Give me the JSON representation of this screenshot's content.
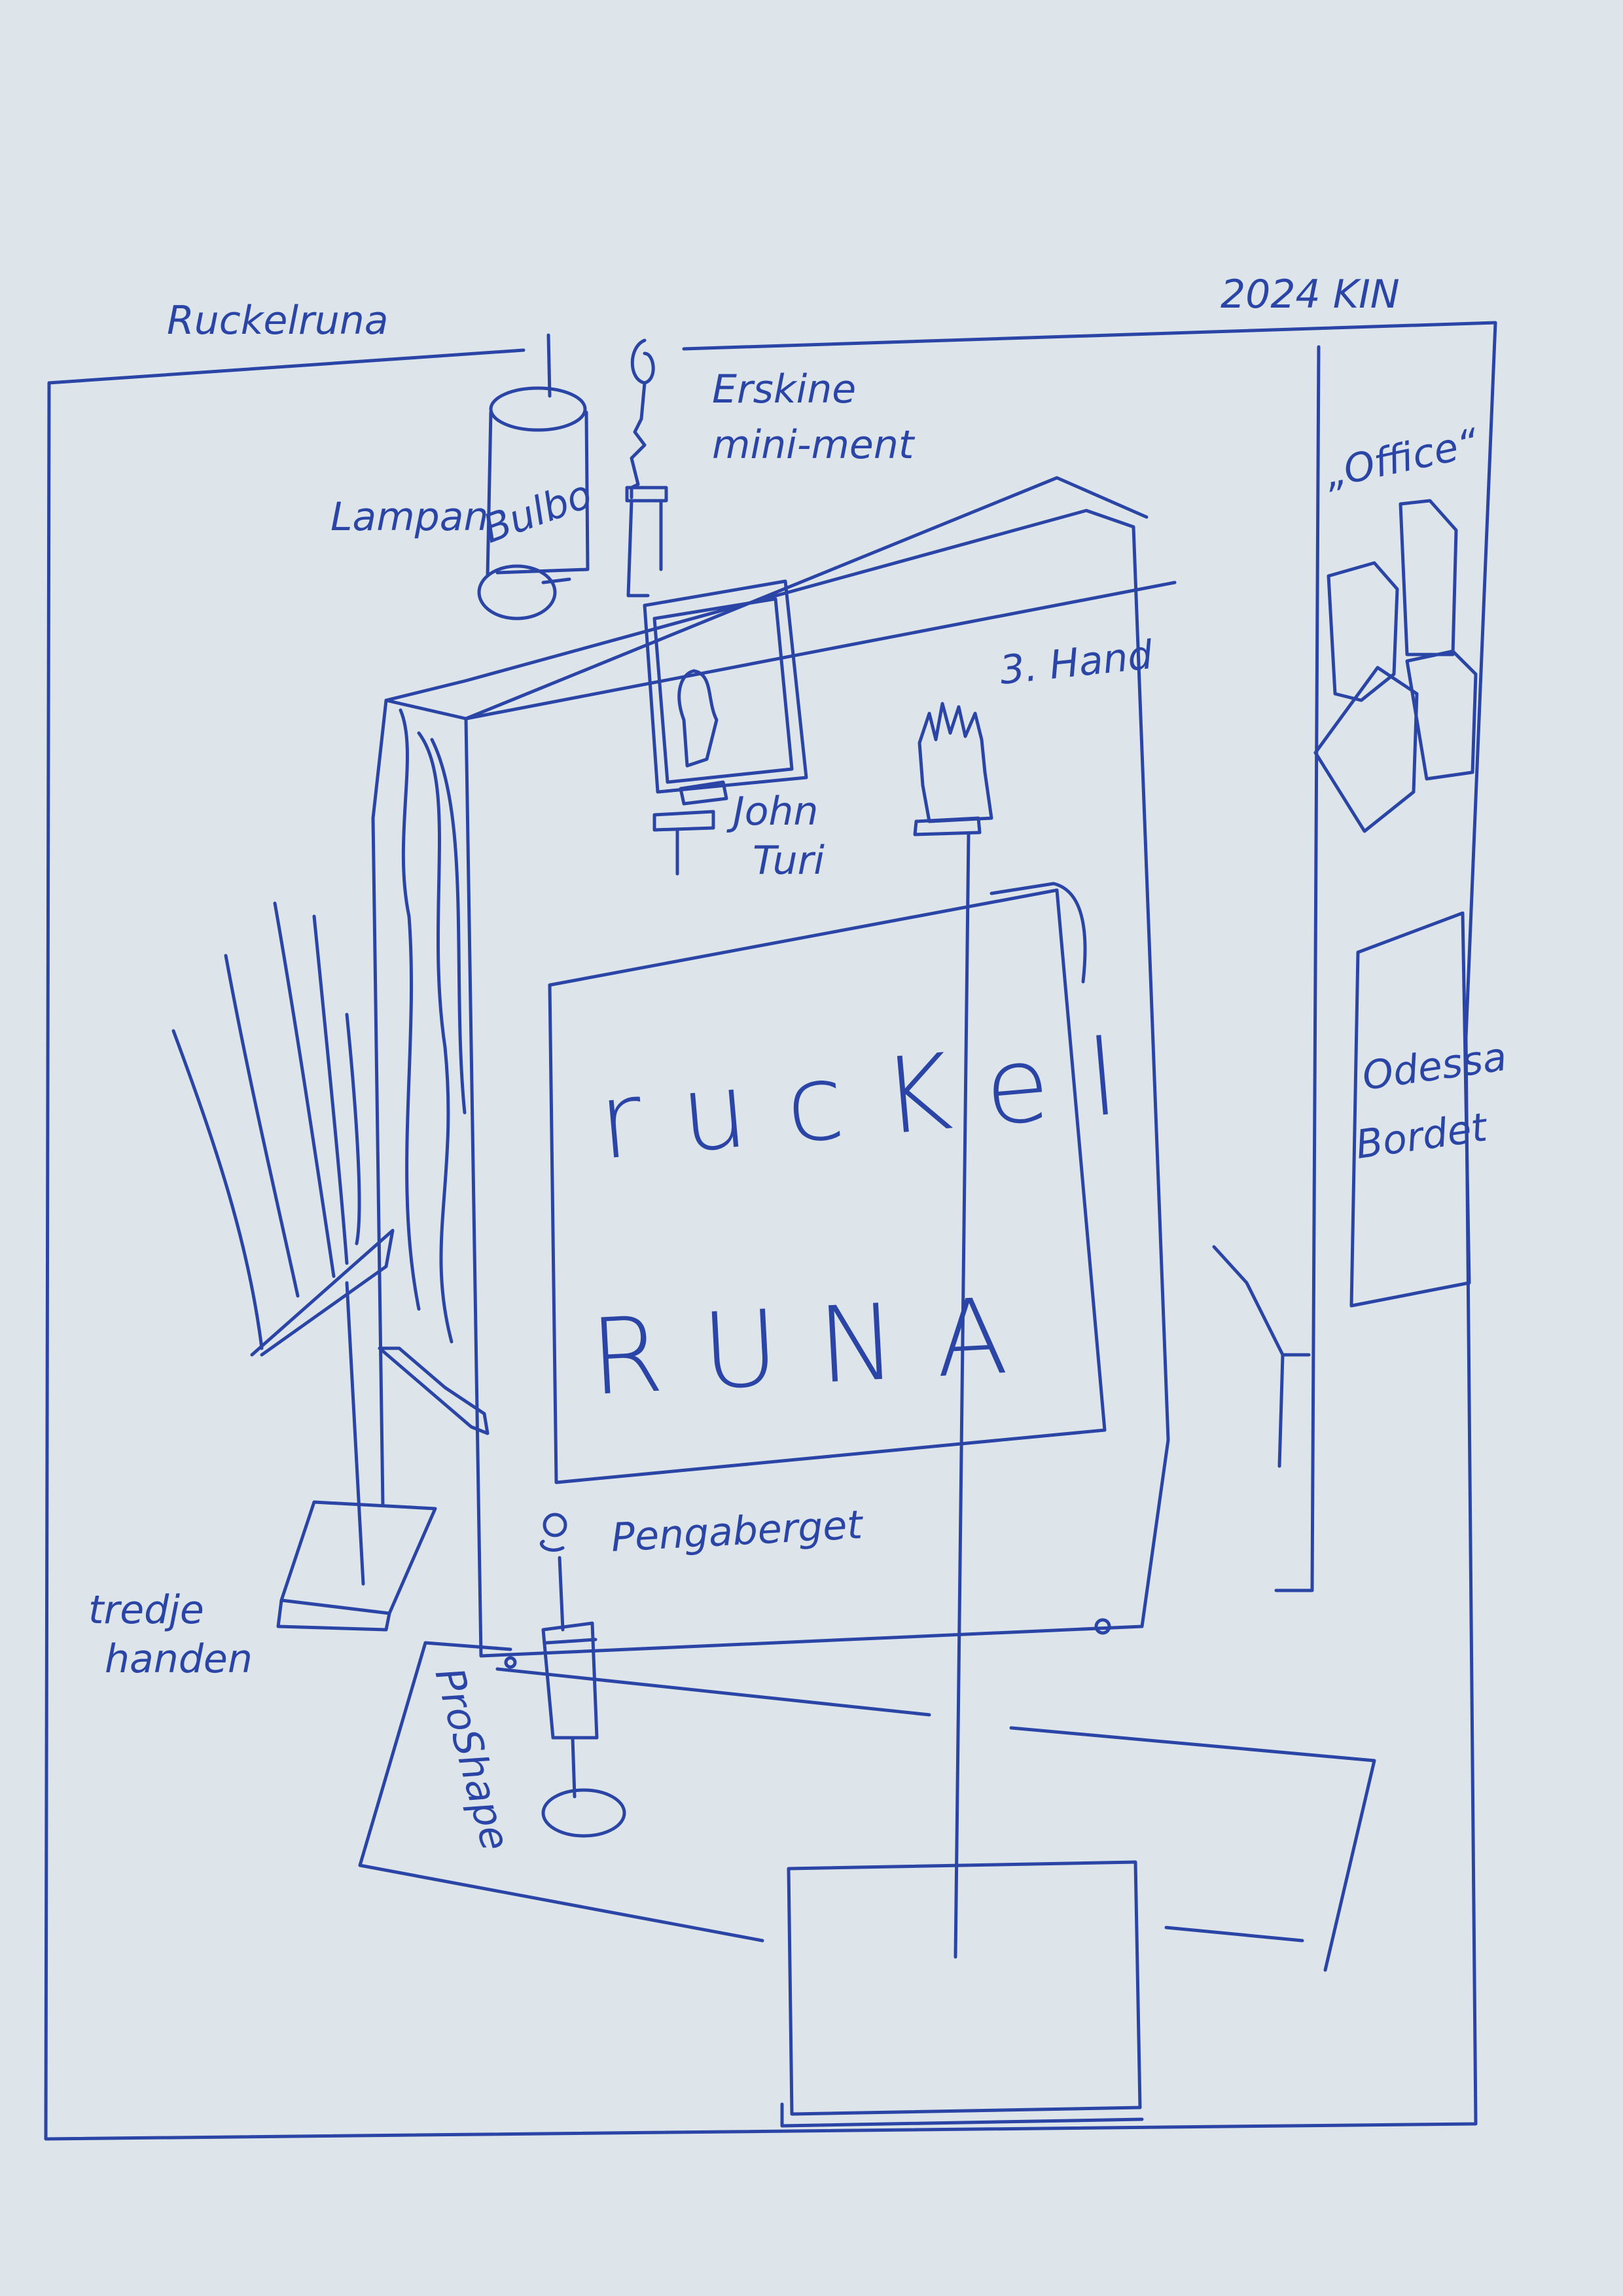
{
  "ink_color": "#2a45a5",
  "paper_color": "#dde5ea",
  "header": {
    "title": "Ruckelruna",
    "year_author": "2024 KIN"
  },
  "labels": {
    "lampan": "Lampan",
    "bulbo": "Bulbo",
    "erskine_1": "Erskine",
    "erskine_2": "mini-ment",
    "three_hand": "3. Hand",
    "office": "„Office“",
    "john": "John",
    "turi": "Turi",
    "ruckel": "rucKel",
    "runa": "RUNA",
    "odessa": "Odessa",
    "bordet": "Bordet",
    "pengaberget": "Pengaberget",
    "tredje": "tredje",
    "handen": "handen",
    "proshape": "ProShape"
  }
}
